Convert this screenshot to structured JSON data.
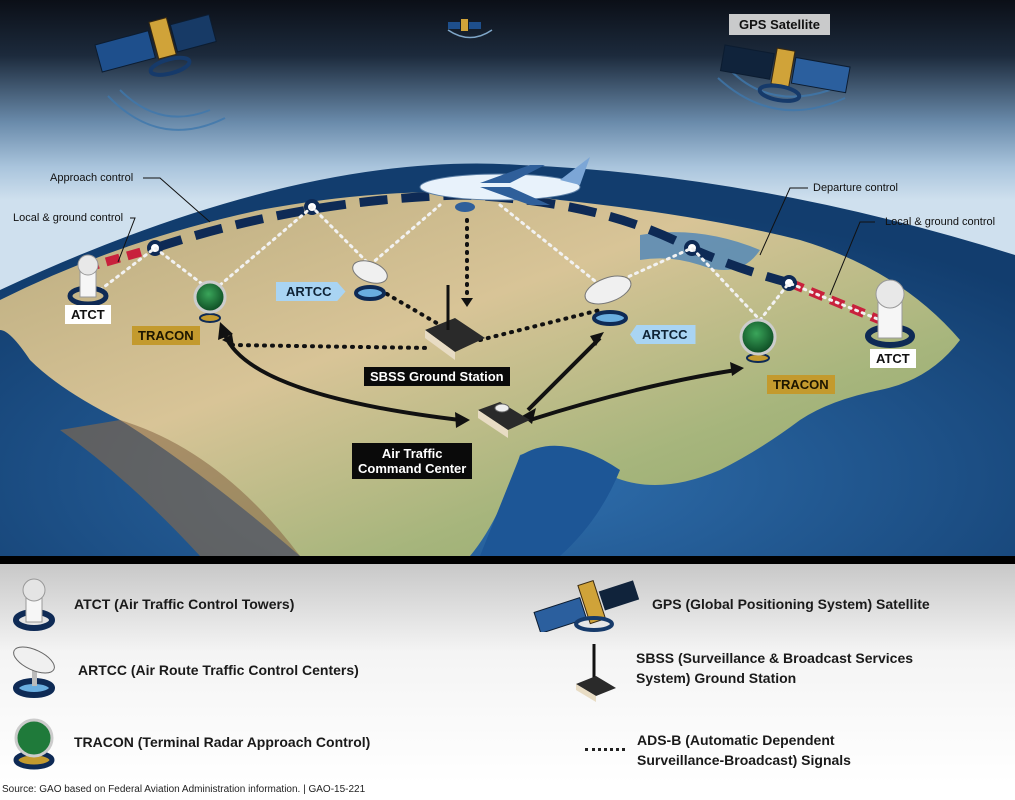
{
  "diagram": {
    "callouts": {
      "approach_control": "Approach control",
      "local_ground_control_left": "Local & ground control",
      "departure_control": "Departure control",
      "local_ground_control_right": "Local & ground control"
    },
    "tags": {
      "gps_satellite": "GPS Satellite",
      "atct_left": "ATCT",
      "atct_right": "ATCT",
      "tracon_left": "TRACON",
      "tracon_right": "TRACON",
      "artcc_left": "ARTCC",
      "artcc_right": "ARTCC",
      "sbss_ground_station": "SBSS Ground Station",
      "command_center_line1": "Air Traffic",
      "command_center_line2": "Command Center"
    },
    "colors": {
      "dashes_navy": "#0e2a55",
      "dashes_red": "#c8213c",
      "tracon_gold": "#c39a2e",
      "artcc_blue": "#a9d4f3",
      "radar_green": "#1f7a3a"
    }
  },
  "legend": {
    "items": [
      {
        "icon": "atct-tower-icon",
        "label": "ATCT (Air Traffic Control Towers)"
      },
      {
        "icon": "artcc-dish-icon",
        "label": "ARTCC (Air Route Traffic Control Centers)"
      },
      {
        "icon": "tracon-radar-icon",
        "label": "TRACON (Terminal Radar Approach Control)"
      },
      {
        "icon": "gps-satellite-icon",
        "label": "GPS (Global Positioning System) Satellite"
      },
      {
        "icon": "sbss-station-icon",
        "label_line1": "SBSS (Surveillance & Broadcast Services",
        "label_line2": "System) Ground Station"
      },
      {
        "icon": "adsb-dotted-line-icon",
        "label_line1": "ADS-B (Automatic Dependent",
        "label_line2": "Surveillance-Broadcast) Signals"
      }
    ]
  },
  "source": "Source: GAO based on Federal Aviation Administration information.  |  GAO-15-221"
}
